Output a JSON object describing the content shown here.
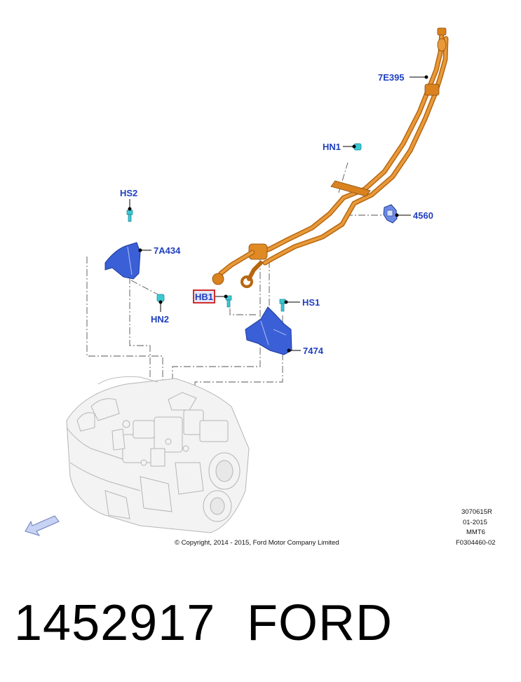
{
  "callouts": {
    "c1": "7E395",
    "c2": "HN1",
    "c3": "4560",
    "c4": "HS2",
    "c5": "7A434",
    "c6": "HB1",
    "c7": "HS1",
    "c8": "HN2",
    "c9": "7474"
  },
  "highlighted_callout": "HB1",
  "colors": {
    "callout_text": "#1f3fbf",
    "highlight_border": "#d01818",
    "cable": "#d9821e",
    "bracket": "#3a5fd6",
    "fastener": "#3cc9d6"
  },
  "copyright": "© Copyright, 2014 - 2015, Ford Motor Company Limited",
  "ref": {
    "line1": "3070615R",
    "line2": "01-2015",
    "line3": "MMT6",
    "line4": "F0304460-02"
  },
  "footer": {
    "part_number": "1452917",
    "brand": "FORD"
  },
  "icons": {
    "direction": "front-arrow-icon"
  }
}
